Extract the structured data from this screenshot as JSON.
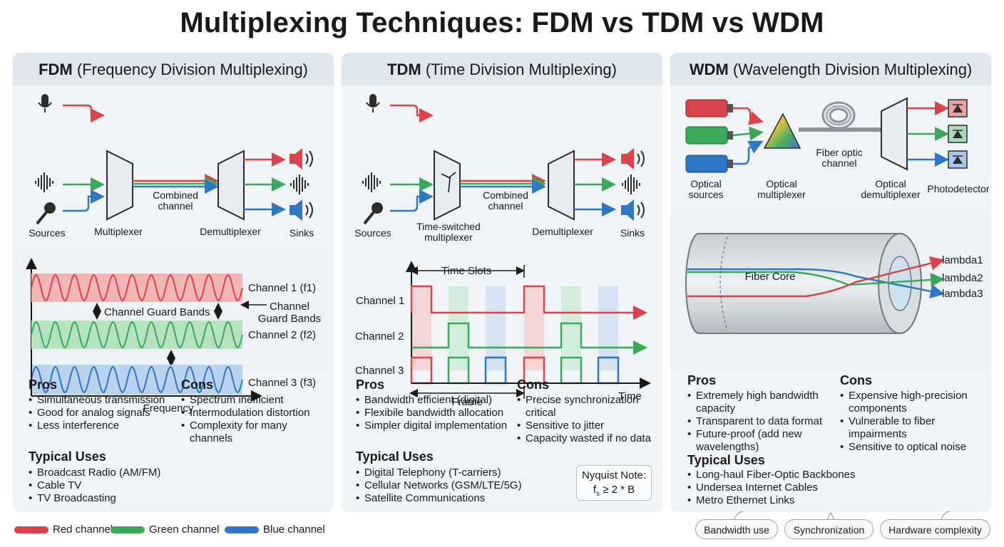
{
  "title": "Multiplexing Techniques: FDM vs TDM vs WDM",
  "colors": {
    "red": "#d9434a",
    "green": "#3aaa5a",
    "blue": "#2f77c4",
    "panel": "#f1f4f7",
    "header": "#dfe6ed"
  },
  "fdm": {
    "abbr": "FDM",
    "full": "(Frequency Division Multiplexing)",
    "sources": "Sources",
    "multiplexer": "Multiplexer",
    "combined": [
      "Combined",
      "channel"
    ],
    "demultiplexer": "Demultiplexer",
    "sinks": "Sinks",
    "channel1": "Channel 1 (f1)",
    "channel2": "Channel 2 (f2)",
    "channel3": "Channel 3 (f3)",
    "guard_bands": "Channel Guard Bands",
    "channel_guard": [
      "Channel",
      "Guard Bands"
    ],
    "frequency": "Frequency",
    "pros_title": "Pros",
    "pros": [
      "Simultaneous transmission",
      "Good for analog signals",
      "Less interference"
    ],
    "cons_title": "Cons",
    "cons": [
      "Spectrum inefficient",
      "Intermodulation distortion",
      "Complexity for many\nchannels"
    ],
    "uses_title": "Typical Uses",
    "uses": [
      "Broadcast Radio (AM/FM)",
      "Cable TV",
      "TV Broadcasting"
    ]
  },
  "tdm": {
    "abbr": "TDM",
    "full": "(Time Division Multiplexing)",
    "sources": "Sources",
    "multiplexer": [
      "Time-switched",
      "multiplexer"
    ],
    "combined": [
      "Combined",
      "channel"
    ],
    "demultiplexer": "Demultiplexer",
    "sinks": "Sinks",
    "time_slots": "Time Slots",
    "channel1": "Channel 1",
    "channel2": "Channel 2",
    "channel3": "Channel 3",
    "frame": "Frame",
    "time": "Time",
    "pros_title": "Pros",
    "pros": [
      "Bandwidth efficient (digital)",
      "Flexibile bandwidth allocation",
      "Simpler digital implementation"
    ],
    "cons_title": "Cons",
    "cons": [
      "Precise synchronization\ncritical",
      "Sensitive to jitter",
      "Capacity wasted if no data"
    ],
    "uses_title": "Typical Uses",
    "uses": [
      "Digital Telephony (T-carriers)",
      "Cellular Networks (GSM/LTE/5G)",
      "Satellite Communications"
    ],
    "nyquist_title": "Nyquist Note:",
    "nyquist_formula": "f",
    "nyquist_sub": "s",
    "nyquist_rest": " ≥ 2 * B"
  },
  "wdm": {
    "abbr": "WDM",
    "full": "(Wavelength Division Multiplexing)",
    "sources": [
      "Optical",
      "sources"
    ],
    "multiplexer": [
      "Optical",
      "multiplexer"
    ],
    "fiber": [
      "Fiber optic",
      "channel"
    ],
    "demultiplexer": [
      "Optical",
      "demultiplexer"
    ],
    "photodetector": "Photodetector",
    "fiber_core": "Fiber Core",
    "lambda1": "lambda1",
    "lambda2": "lambda2",
    "lambda3": "lambda3",
    "pros_title": "Pros",
    "pros": [
      "Extremely high bandwidth\ncapacity",
      "Transparent to data format",
      "Future-proof (add new\nwavelengths)"
    ],
    "cons_title": "Cons",
    "cons": [
      "Expensive high-precision\ncomponents",
      "Vulnerable to fiber\nimpairments",
      "Sensitive to optical noise"
    ],
    "uses_title": "Typical Uses",
    "uses": [
      "Long-haul Fiber-Optic Backbones",
      "Undersea Internet Cables",
      "Metro Ethernet Links"
    ]
  },
  "legend": {
    "red": "Red channel",
    "green": "Green channel",
    "blue": "Blue channel"
  },
  "comparison_pills": [
    "Bandwidth use",
    "Synchronization",
    "Hardware complexity"
  ]
}
